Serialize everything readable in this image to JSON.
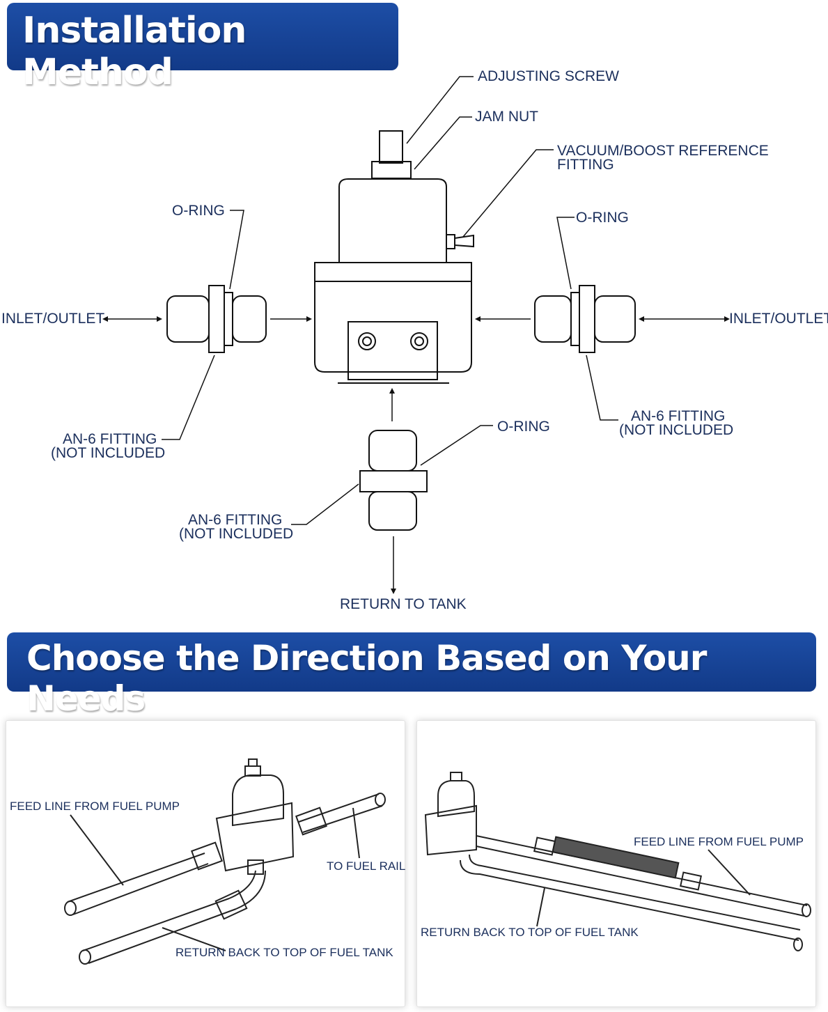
{
  "headers": {
    "installation": "Installation Method",
    "direction": "Choose the Direction Based on Your Needs"
  },
  "top_diagram": {
    "adjusting_screw": "ADJUSTING SCREW",
    "jam_nut": "JAM  NUT",
    "vacuum_line1": "VACUUM/BOOST REFERENCE",
    "vacuum_line2": "FITTING",
    "oring_left": "O-RING",
    "oring_right": "O-RING",
    "oring_bottom": "O-RING",
    "inlet_left": "INLET/OUTLET",
    "inlet_right": "INLET/OUTLET",
    "an6_left_1": "AN-6 FITTING",
    "an6_left_2": "(NOT INCLUDED",
    "an6_right_1": "AN-6 FITTING",
    "an6_right_2": "(NOT INCLUDED",
    "an6_bottom_1": "AN-6 FITTING",
    "an6_bottom_2": "(NOT INCLUDED",
    "return_tank": "RETURN TO TANK"
  },
  "panel_left": {
    "feed": "FEED LINE FROM FUEL PUMP",
    "rail": "TO FUEL RAIL",
    "return": "RETURN BACK TO TOP OF FUEL TANK"
  },
  "panel_right": {
    "feed": "FEED LINE FROM FUEL PUMP",
    "return": "RETURN BACK TO TOP OF FUEL TANK"
  },
  "colors": {
    "banner": "#1d4ea6",
    "label_text": "#1b2f5c"
  }
}
